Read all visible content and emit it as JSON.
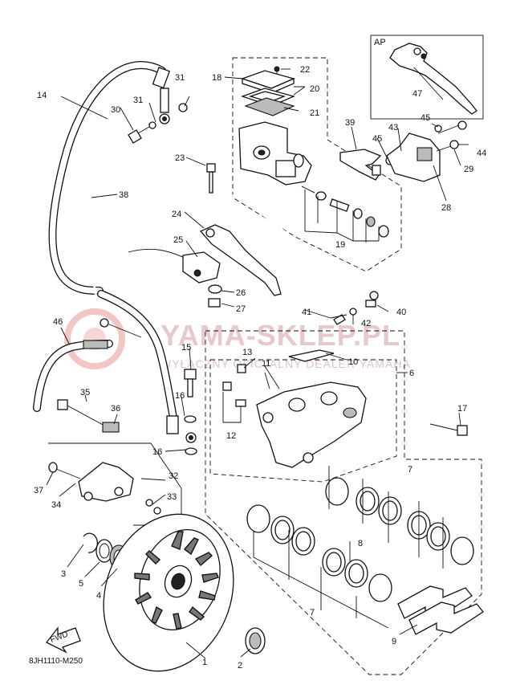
{
  "diagram_code": "8JH1110-M250",
  "inset_label": "AP",
  "fwd_label": "FWD",
  "watermark": {
    "main": "YAMA-SKLEP.PL",
    "sub": "WYŁĄCZNY OFICJALNY DEALER YAMAHA"
  },
  "callouts": {
    "p1": "1",
    "p2": "2",
    "p3": "3",
    "p4": "4",
    "p5": "5",
    "p6": "6",
    "p7a": "7",
    "p7b": "7",
    "p8": "8",
    "p9": "9",
    "p10": "10",
    "p11": "11",
    "p12": "12",
    "p13": "13",
    "p14": "14",
    "p15": "15",
    "p16a": "16",
    "p16b": "16",
    "p17": "17",
    "p18": "18",
    "p19": "19",
    "p20": "20",
    "p21": "21",
    "p22": "22",
    "p23": "23",
    "p24": "24",
    "p25": "25",
    "p26": "26",
    "p27": "27",
    "p28": "28",
    "p29": "29",
    "p30": "30",
    "p31a": "31",
    "p31b": "31",
    "p32": "32",
    "p33": "33",
    "p34": "34",
    "p35": "35",
    "p36": "36",
    "p37": "37",
    "p38": "38",
    "p39": "39",
    "p40": "40",
    "p41": "41",
    "p42": "42",
    "p43": "43",
    "p44": "44",
    "p45a": "45",
    "p45b": "45",
    "p46": "46",
    "p47": "47"
  }
}
